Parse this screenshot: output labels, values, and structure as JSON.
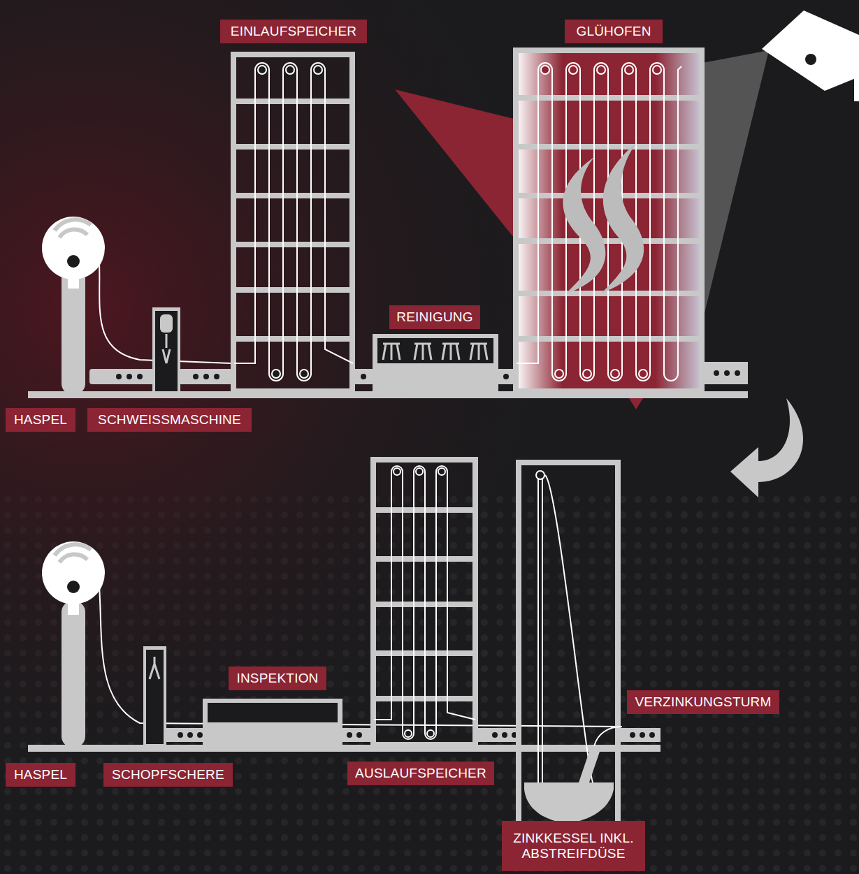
{
  "diagram": {
    "nodes": [
      {
        "text": [
          "EINLAUFSPEICHER"
        ]
      },
      {
        "text": [
          "GLÜHOFEN"
        ]
      },
      {
        "text": [
          "REINIGUNG"
        ]
      },
      {
        "text": [
          "HASPEL"
        ]
      },
      {
        "text": [
          "SCHWEISSMASCHINE"
        ]
      },
      {
        "text": [
          "INSPEKTION"
        ]
      },
      {
        "text": [
          "VERZINKUNGSTURM"
        ]
      },
      {
        "text": [
          "HASPEL"
        ]
      },
      {
        "text": [
          "SCHOPFSCHERE"
        ]
      },
      {
        "text": [
          "AUSLAUFSPEICHER"
        ]
      },
      {
        "text": [
          "ZINKKESSEL INKL. ABSTREIFDÜSE"
        ]
      }
    ]
  }
}
